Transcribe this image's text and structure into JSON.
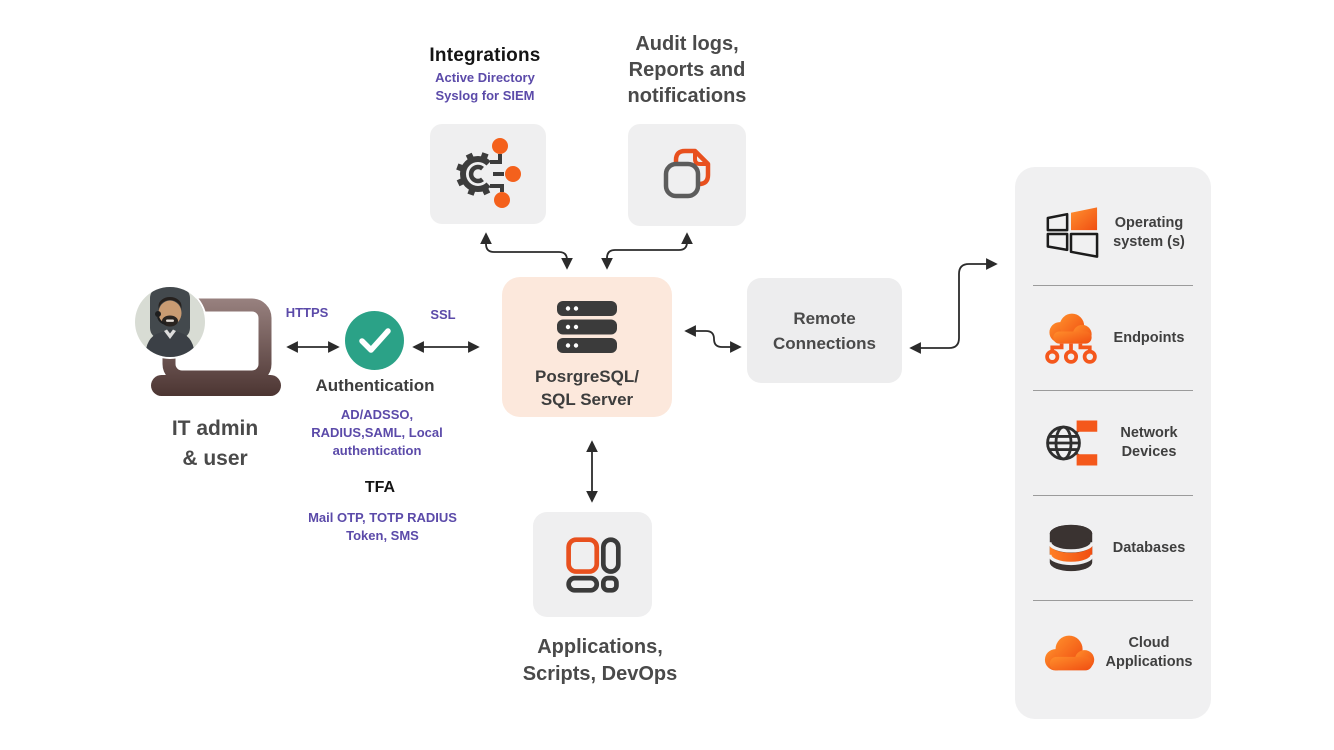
{
  "top": {
    "integrations": {
      "title": "Integrations",
      "subtitle": "Active Directory\nSyslog for SIEM"
    },
    "audit": {
      "title": "Audit logs,\nReports and\nnotifications"
    }
  },
  "left": {
    "user_label": "IT admin\n& user",
    "https_label": "HTTPS",
    "ssl_label": "SSL",
    "auth": {
      "title": "Authentication",
      "methods": "AD/ADSSO,\nRADIUS,SAML, Local\nauthentication"
    },
    "tfa": {
      "title": "TFA",
      "methods": "Mail OTP, TOTP RADIUS\nToken, SMS"
    }
  },
  "center": {
    "server_label": "PosrgreSQL/\nSQL Server"
  },
  "remote": {
    "label": "Remote\nConnections"
  },
  "apps": {
    "label": "Applications,\nScripts, DevOps"
  },
  "panel": {
    "items": [
      {
        "label": "Operating\nsystem (s)",
        "icon": "windows-logo-icon"
      },
      {
        "label": "Endpoints",
        "icon": "endpoints-cloud-icon"
      },
      {
        "label": "Network\nDevices",
        "icon": "network-globe-icon"
      },
      {
        "label": "Databases",
        "icon": "database-stack-icon"
      },
      {
        "label": "Cloud\nApplications",
        "icon": "cloud-icon"
      }
    ]
  },
  "icons": {
    "integrations_box": "gear-connections-icon",
    "audit_box": "documents-icon",
    "user": "laptop-with-user-photo",
    "auth": "check-circle-icon",
    "server": "server-stack-icon",
    "apps_box": "app-grid-icon"
  },
  "colors": {
    "accent_orange": "#F4571C",
    "orange_gradient_start": "#FF9130",
    "orange_gradient_end": "#F04E12",
    "purple": "#5B4AA9",
    "green": "#2BA287",
    "peach": "#FCE8DC",
    "box_gray": "#EFEFF0",
    "dark_icon": "#3B3B3B",
    "heading_gray": "#4A4A4A",
    "arrow": "#2B2B2B",
    "laptop_dark": "#4A3330"
  }
}
